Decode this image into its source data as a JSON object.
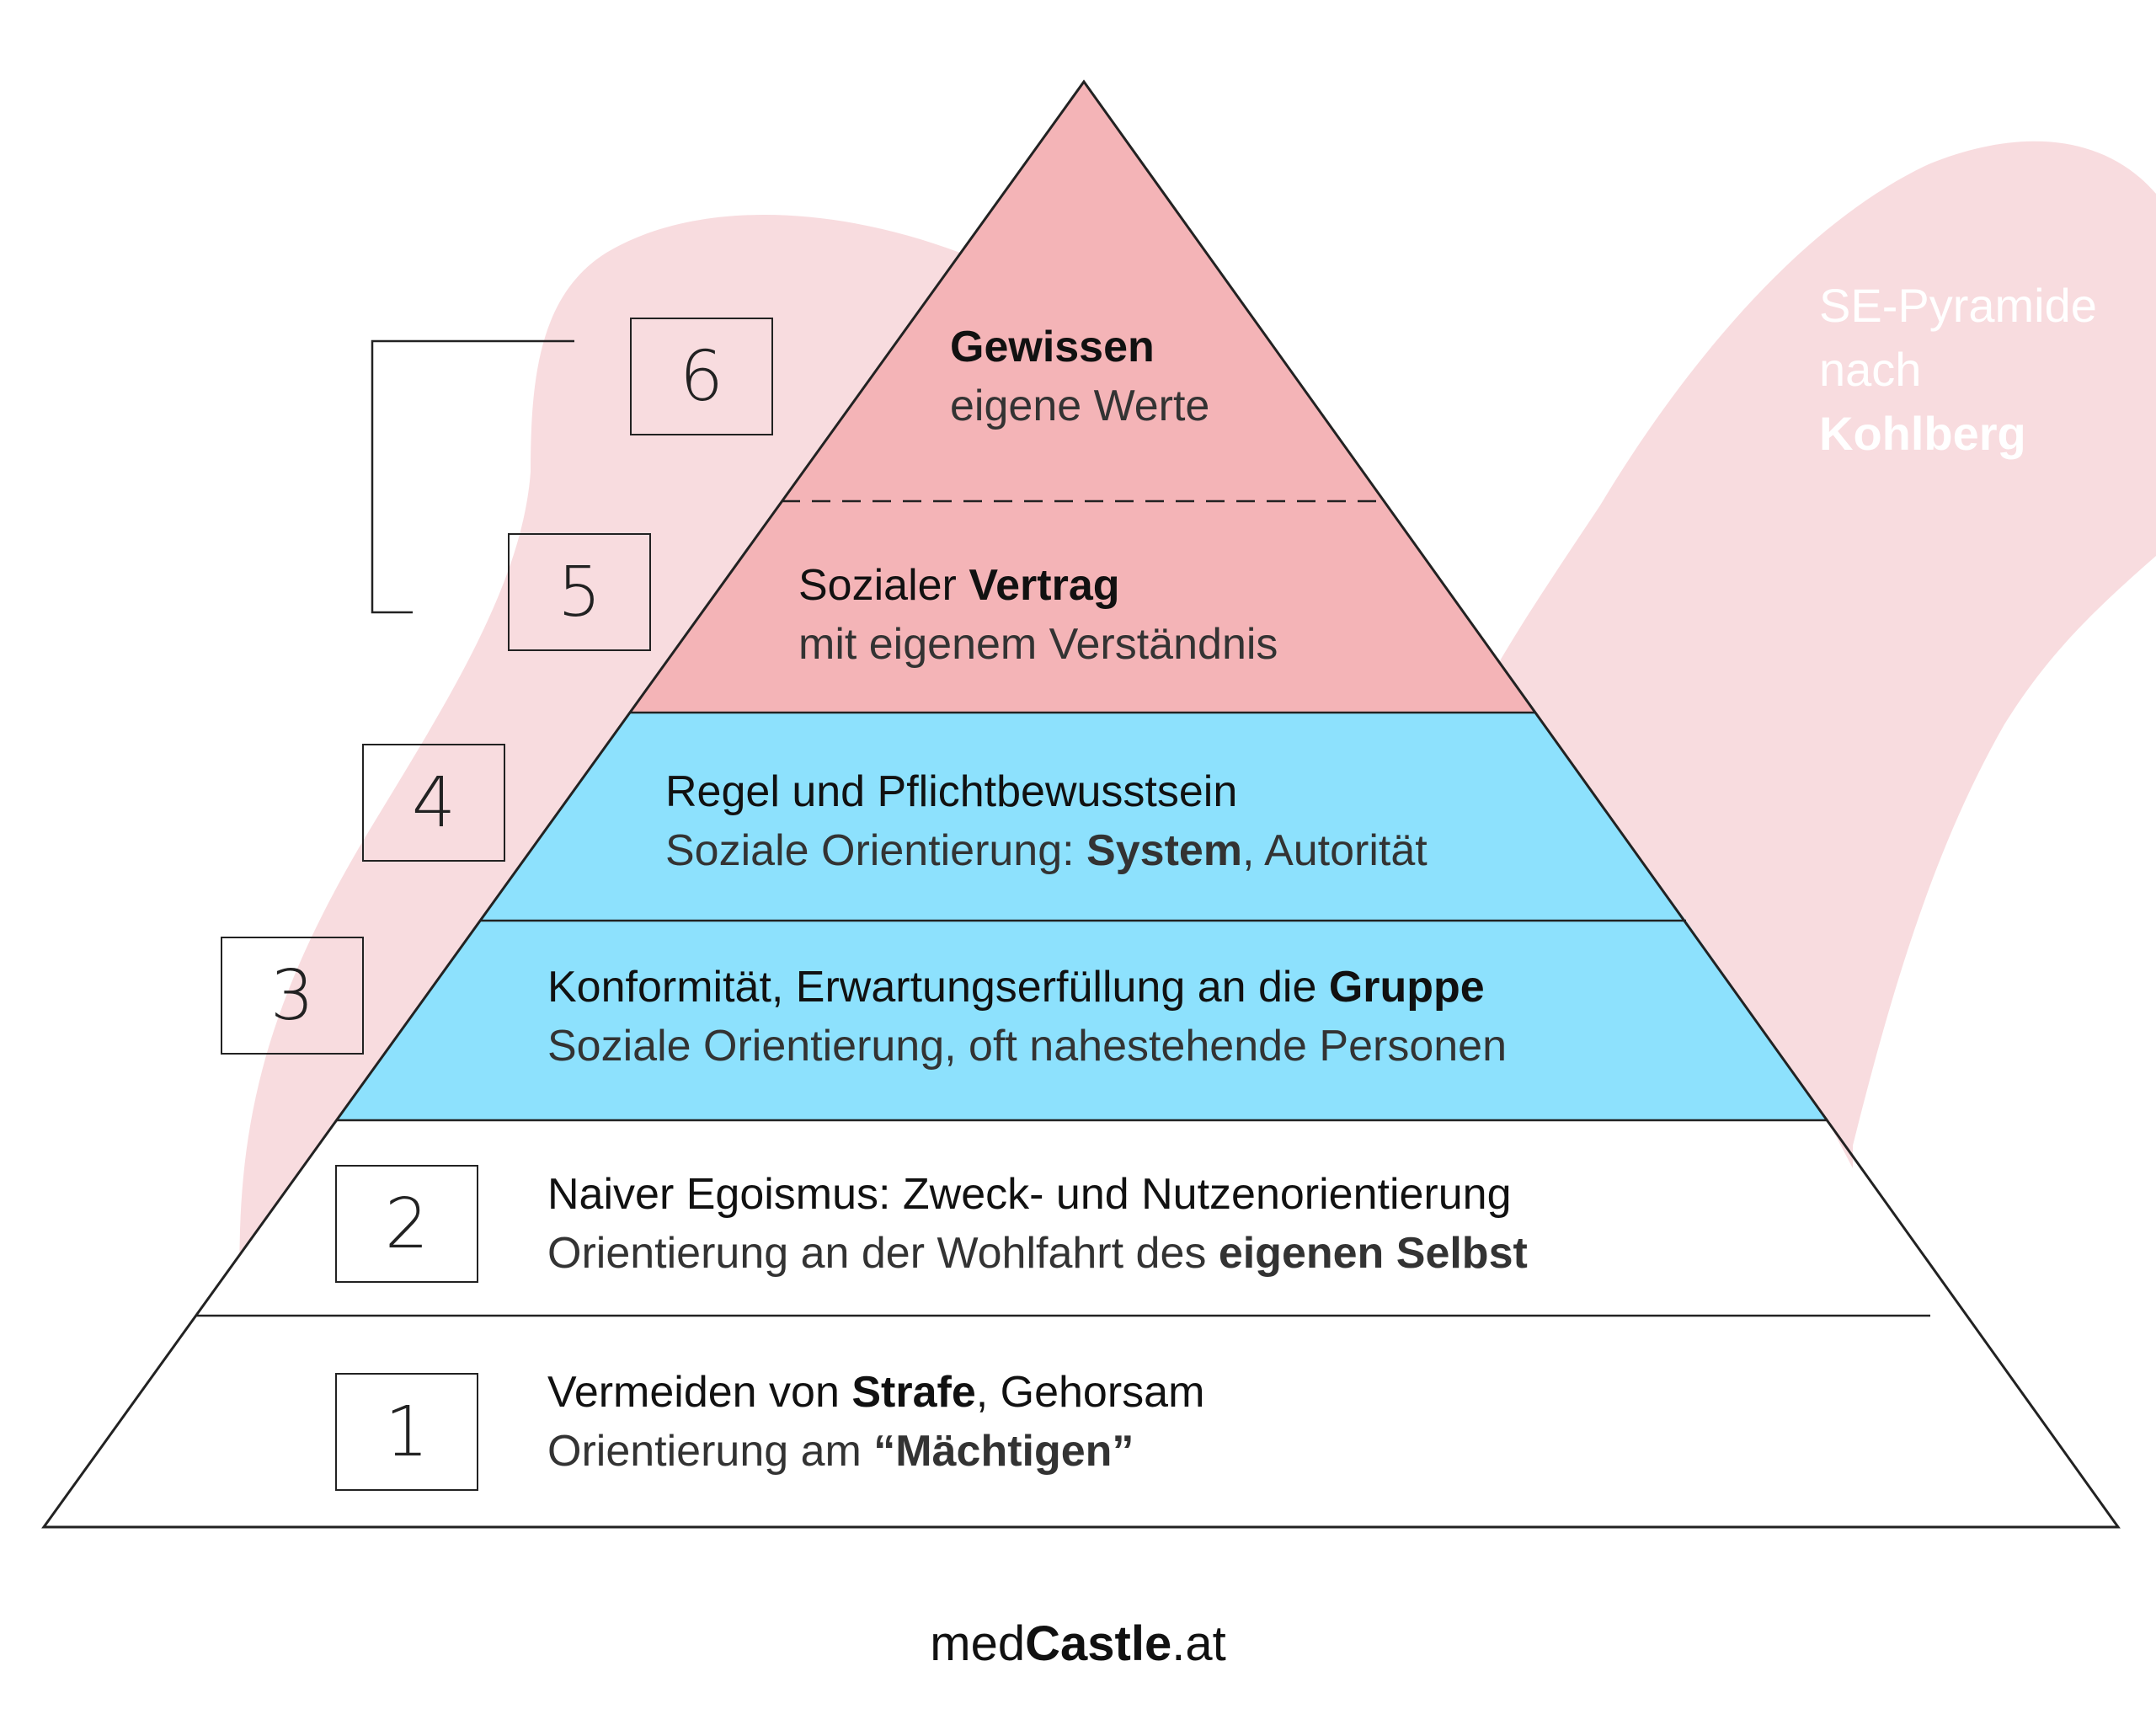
{
  "title": {
    "line1": "SE-Pyramide",
    "line2": "nach",
    "line3": "Kohlberg"
  },
  "levels": [
    {
      "number": "6",
      "title": "Gewissen",
      "subtitle": "eigene Werte",
      "color": "#f4b4b7"
    },
    {
      "number": "5",
      "title_plain": "Sozialer ",
      "title_bold": "Vertrag",
      "subtitle": "mit eigenem Verständnis",
      "color": "#f4b4b7"
    },
    {
      "number": "4",
      "title": "Regel und Pflichtbewusstsein",
      "subtitle_plain": "Soziale Orientierung: ",
      "subtitle_bold": "System",
      "subtitle_tail": ", Autorität",
      "color": "#8de1fd"
    },
    {
      "number": "3",
      "title_plain": "Konformität, Erwartungserfüllung an die ",
      "title_bold": "Gruppe",
      "subtitle": "Soziale Orientierung, oft nahestehende Personen",
      "color": "#8de1fd"
    },
    {
      "number": "2",
      "title": "Naiver Egoismus: Zweck- und Nutzenorientierung",
      "subtitle_plain": "Orientierung an der Wohlfahrt des ",
      "subtitle_bold": "eigenen Selbst",
      "color": "#ffffff"
    },
    {
      "number": "1",
      "title_plain": "Vermeiden von ",
      "title_bold": "Strafe",
      "title_tail": ", Gehorsam",
      "subtitle_plain": "Orientierung am ",
      "subtitle_bold": "“Mächtigen”",
      "color": "#ffffff"
    }
  ],
  "footer": {
    "prefix": "med",
    "brand": "Castle",
    "suffix": ".at"
  },
  "colors": {
    "blob": "#f8dcdf",
    "pink": "#f4b4b7",
    "blue": "#8de1fd",
    "outline": "#222222"
  }
}
